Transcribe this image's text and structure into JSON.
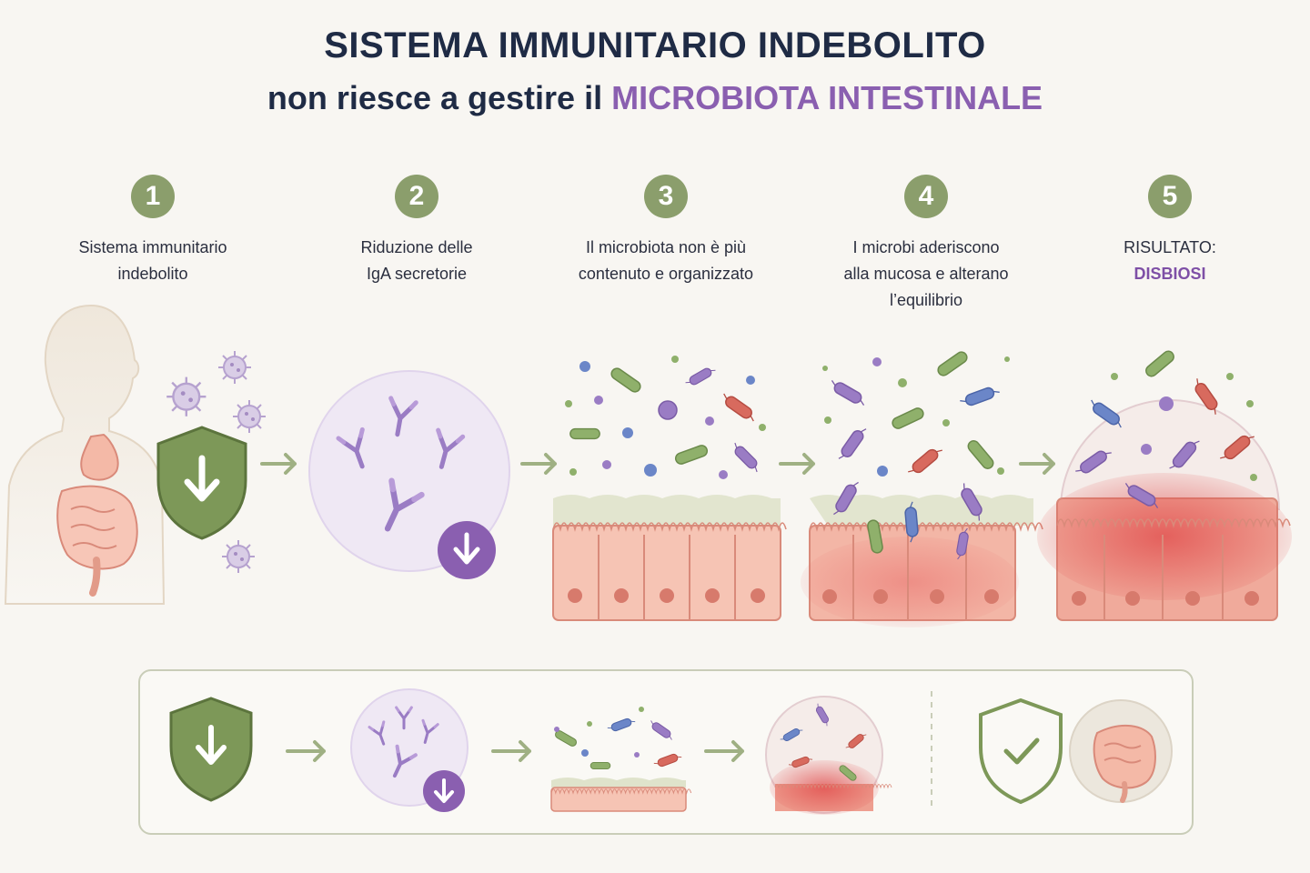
{
  "title": {
    "line1": "SISTEMA IMMUNITARIO INDEBOLITO",
    "line2_prefix": "non riesce a gestire il",
    "line2_accent": "MICROBIOTA INTESTINALE"
  },
  "steps": [
    {
      "number": "1",
      "label_l1": "Sistema immunitario",
      "label_l2": "indebolito",
      "label_l3": ""
    },
    {
      "number": "2",
      "label_l1": "Riduzione delle",
      "label_l2": "IgA secretorie",
      "label_l3": ""
    },
    {
      "number": "3",
      "label_l1": "Il microbiota non è più",
      "label_l2": "contenuto e organizzato",
      "label_l3": ""
    },
    {
      "number": "4",
      "label_l1": "I microbi aderiscono",
      "label_l2": "alla mucosa e alterano",
      "label_l3": "l’equilibrio"
    },
    {
      "number": "5",
      "label_l1": "RISULTATO:",
      "label_l2": "DISBIOSI",
      "label_l3": ""
    }
  ],
  "colors": {
    "step_badge": "#8b9e6c",
    "accent_purple": "#8a5fb0",
    "shield_green": "#6f8a4f",
    "mucosa_pink": "#f2b8a8",
    "inflammation_red": "#e05a5a",
    "arrow_green": "#9fb083"
  },
  "icons": [
    "human-silhouette-icon",
    "shield-down-arrow-icon",
    "virus-icon",
    "antibody-icon",
    "down-arrow-badge-icon",
    "bacteria-icon",
    "intestinal-villi-icon",
    "shield-check-icon",
    "intestine-icon"
  ]
}
